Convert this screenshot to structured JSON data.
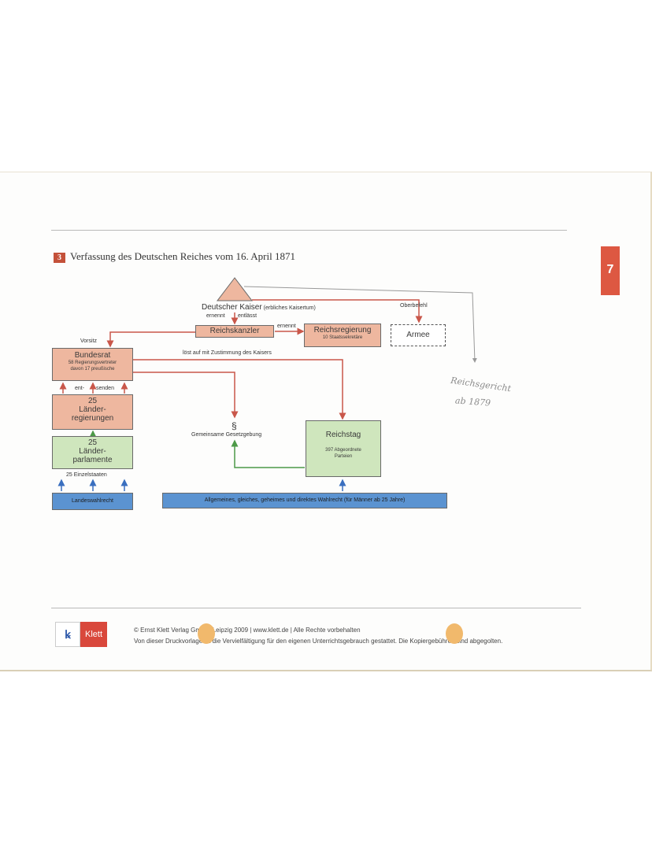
{
  "page": {
    "section_number": "3",
    "title": "Verfassung des Deutschen Reiches vom 16. April 1871",
    "page_number": "7"
  },
  "diagram": {
    "kaiser": {
      "label": "Deutscher Kaiser",
      "note": "(erbliches Kaisertum)"
    },
    "ernennt_entlaesst": {
      "left": "ernennt",
      "right": "entlässt"
    },
    "reichskanzler": "Reichskanzler",
    "ernennt": "ernennt",
    "reichsregierung": {
      "title": "Reichsregierung",
      "sub": "10 Staatssekretäre"
    },
    "oberbefehl": "Oberbefehl",
    "armee": "Armee",
    "vorsitz": "Vorsitz",
    "bundesrat": {
      "title": "Bundesrat",
      "line1": "58 Regierungsvertreter",
      "line2": "davon 17 preußische"
    },
    "loest_auf": "löst auf mit Zustimmung des Kaisers",
    "entsenden": {
      "left": "ent-",
      "right": "senden"
    },
    "laenderregierungen": {
      "count": "25",
      "line1": "Länder-",
      "line2": "regierungen"
    },
    "laenderparlamente": {
      "count": "25",
      "line1": "Länder-",
      "line2": "parlamente"
    },
    "einzelstaaten": "25 Einzelstaaten",
    "landeswahlrecht": "Landeswahlrecht",
    "paragraph": "§",
    "gesetzgebung": "Gemeinsame Gesetzgebung",
    "reichstag": {
      "title": "Reichstag",
      "line1": "397 Abgeordnete",
      "line2": "Parteien"
    },
    "wahlrecht": "Allgemeines, gleiches, geheimes und direktes Wahlrecht (für Männer ab 25 Jahre)",
    "handwritten": {
      "line1": "Reichsgericht",
      "line2": "ab 1879"
    }
  },
  "footer": {
    "logo_mark": "ꝃ",
    "logo_text": "Klett",
    "line1": "© Ernst Klett Verlag GmbH, Leipzig 2009 | www.klett.de | Alle Rechte vorbehalten",
    "line2": "Von dieser Druckvorlage ist die Vervielfältigung für den eigenen Unterrichtsgebrauch gestattet. Die Kopiergebühren sind abgegolten."
  },
  "colors": {
    "salmon": "#eeb79f",
    "green": "#cfe6bd",
    "blue": "#5b93d1",
    "red_arrow": "#c9574a",
    "green_arrow": "#4d9a48",
    "blue_arrow": "#3a6fbf",
    "accent": "#dd5842"
  }
}
